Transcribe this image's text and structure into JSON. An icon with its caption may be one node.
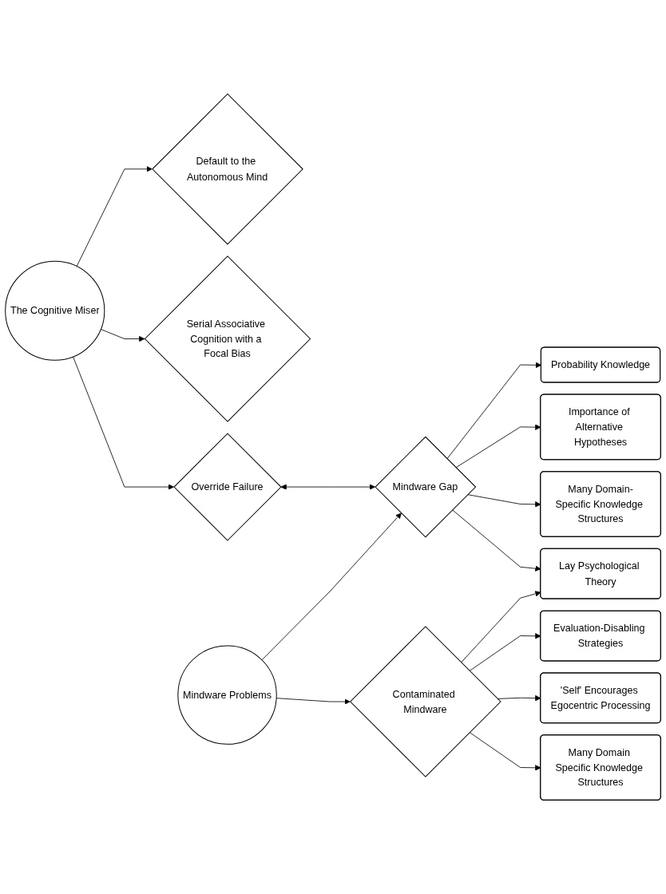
{
  "diagram": {
    "nodes": [
      {
        "text": [
          "The Cognitive Miser"
        ]
      },
      {
        "text": [
          "Default to the Autonomous Mind"
        ]
      },
      {
        "text": [
          "Serial Associative Cognition with a Focal Bias"
        ]
      },
      {
        "text": [
          "Override Failure"
        ]
      },
      {
        "text": [
          "Mindware Problems"
        ]
      },
      {
        "text": [
          "Mindware Gap"
        ]
      },
      {
        "text": [
          "Contaminated Mindware"
        ]
      },
      {
        "text": [
          "Probability Knowledge"
        ]
      },
      {
        "text": [
          "Importance of Alternative Hypotheses"
        ]
      },
      {
        "text": [
          "Many Domain-Specific Knowledge Structures"
        ]
      },
      {
        "text": [
          "Lay Psychological Theory"
        ]
      },
      {
        "text": [
          "Evaluation-Disabling Strategies"
        ]
      },
      {
        "text": [
          "'Self' Encourages Egocentric Processing"
        ]
      },
      {
        "text": [
          "Many Domain Specific Knowledge Structures"
        ]
      }
    ],
    "edges": [
      {
        "from": 0,
        "to": 1,
        "arrow": "to"
      },
      {
        "from": 0,
        "to": 2,
        "arrow": "to"
      },
      {
        "from": 0,
        "to": 3,
        "arrow": "to"
      },
      {
        "from": 3,
        "to": 5,
        "arrow": "both"
      },
      {
        "from": 4,
        "to": 5,
        "arrow": "to"
      },
      {
        "from": 4,
        "to": 6,
        "arrow": "to"
      },
      {
        "from": 5,
        "to": 7,
        "arrow": "to"
      },
      {
        "from": 5,
        "to": 8,
        "arrow": "to"
      },
      {
        "from": 5,
        "to": 9,
        "arrow": "to"
      },
      {
        "from": 5,
        "to": 10,
        "arrow": "to"
      },
      {
        "from": 6,
        "to": 10,
        "arrow": "to"
      },
      {
        "from": 6,
        "to": 11,
        "arrow": "to"
      },
      {
        "from": 6,
        "to": 12,
        "arrow": "to"
      },
      {
        "from": 6,
        "to": 13,
        "arrow": "to"
      }
    ]
  }
}
